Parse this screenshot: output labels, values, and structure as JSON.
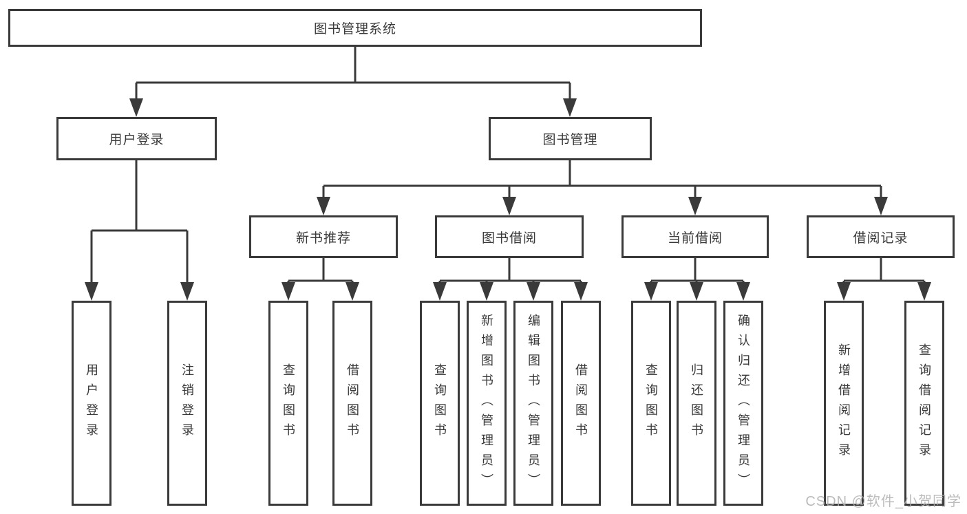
{
  "title": "图书管理系统",
  "tree": {
    "label": "图书管理系统",
    "children": [
      {
        "label": "用户登录",
        "children": [
          {
            "label": "用户登录"
          },
          {
            "label": "注销登录"
          }
        ]
      },
      {
        "label": "图书管理",
        "children": [
          {
            "label": "新书推荐",
            "children": [
              {
                "label": "查询图书"
              },
              {
                "label": "借阅图书"
              }
            ]
          },
          {
            "label": "图书借阅",
            "children": [
              {
                "label": "查询图书"
              },
              {
                "label": "新增图书（管理员）"
              },
              {
                "label": "编辑图书（管理员）"
              },
              {
                "label": "借阅图书"
              }
            ]
          },
          {
            "label": "当前借阅",
            "children": [
              {
                "label": "查询图书"
              },
              {
                "label": "归还图书"
              },
              {
                "label": "确认归还（管理员）"
              }
            ]
          },
          {
            "label": "借阅记录",
            "children": [
              {
                "label": "新增借阅记录"
              },
              {
                "label": "查询借阅记录"
              }
            ]
          }
        ]
      }
    ]
  },
  "watermark": "CSDN @软件_小贺同学",
  "colors": {
    "line": "#3a3a3a",
    "box_border": "#3a3a3a",
    "text": "#3a3a3a",
    "background": "#ffffff",
    "watermark": "#b0b0b0"
  }
}
